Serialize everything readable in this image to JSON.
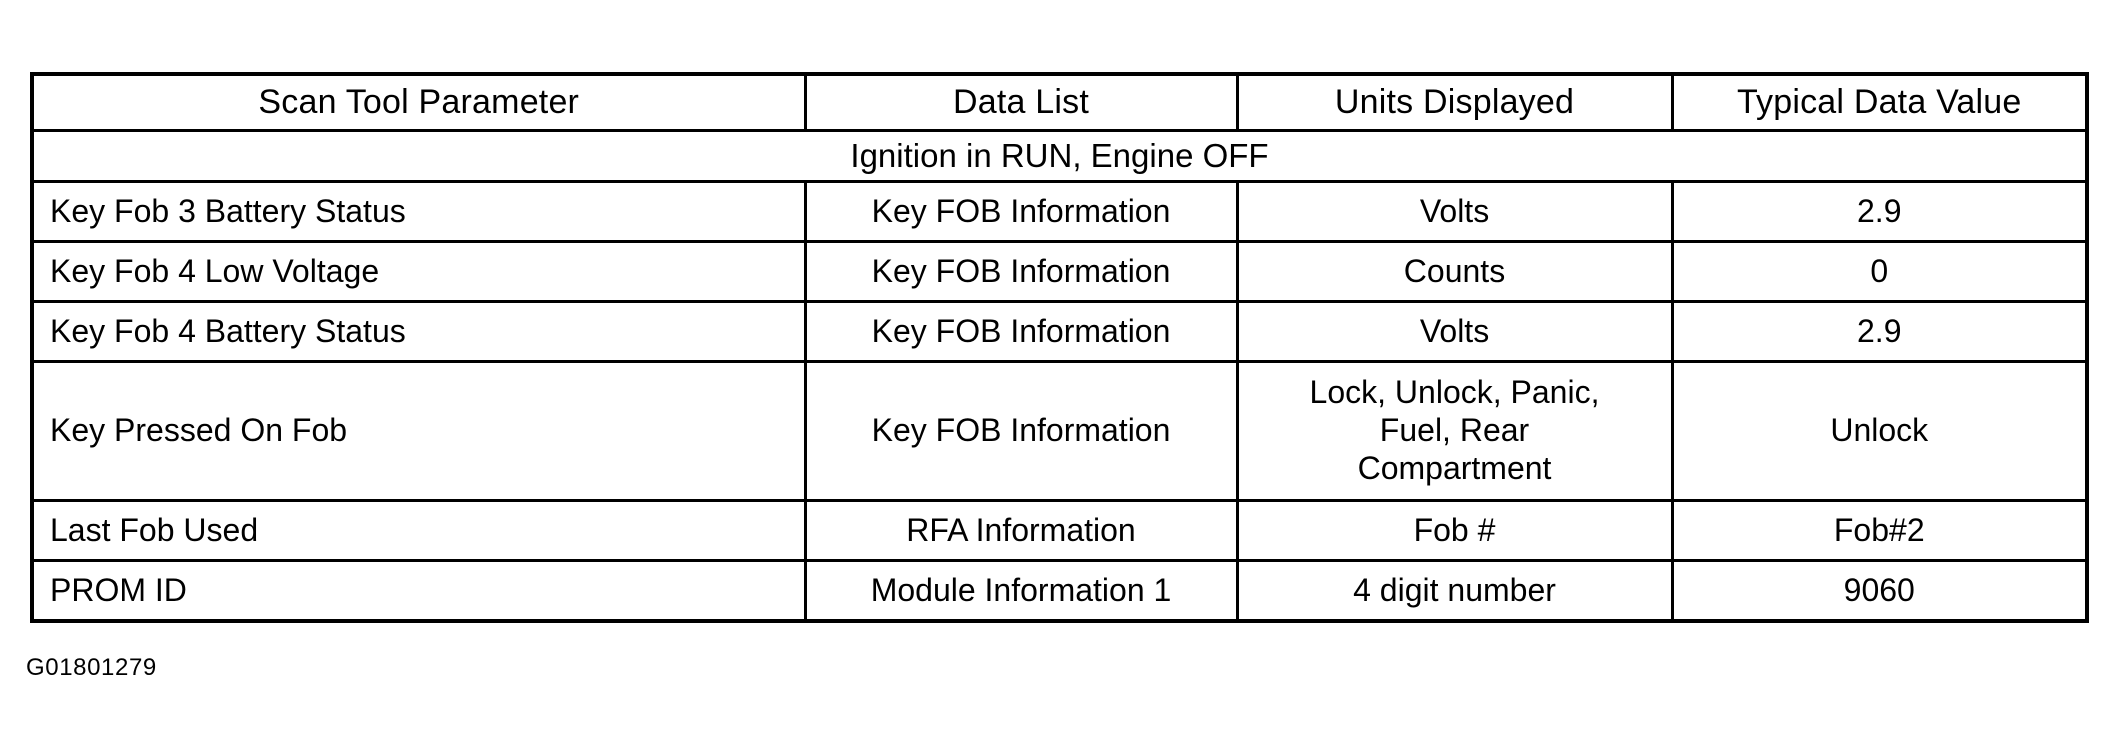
{
  "document": {
    "caption": "G01801279"
  },
  "table": {
    "headers": [
      "Scan Tool Parameter",
      "Data List",
      "Units Displayed",
      "Typical Data Value"
    ],
    "section_title": "Ignition in RUN, Engine OFF",
    "rows": [
      {
        "parameter": "Key Fob 3 Battery Status",
        "data_list": "Key FOB Information",
        "units": "Volts",
        "value": "2.9",
        "tall": false
      },
      {
        "parameter": "Key Fob 4 Low Voltage",
        "data_list": "Key FOB Information",
        "units": "Counts",
        "value": "0",
        "tall": false
      },
      {
        "parameter": "Key Fob 4 Battery Status",
        "data_list": "Key FOB Information",
        "units": "Volts",
        "value": "2.9",
        "tall": false
      },
      {
        "parameter": "Key Pressed On Fob",
        "data_list": "Key FOB Information",
        "units": "Lock, Unlock, Panic,\nFuel, Rear\nCompartment",
        "value": "Unlock",
        "tall": true
      },
      {
        "parameter": "Last Fob Used",
        "data_list": "RFA Information",
        "units": "Fob #",
        "value": "Fob#2",
        "tall": false
      },
      {
        "parameter": "PROM ID",
        "data_list": "Module Information 1",
        "units": "4 digit number",
        "value": "9060",
        "tall": false
      }
    ]
  },
  "colors": {
    "ink": "#000000",
    "paper": "#ffffff"
  }
}
